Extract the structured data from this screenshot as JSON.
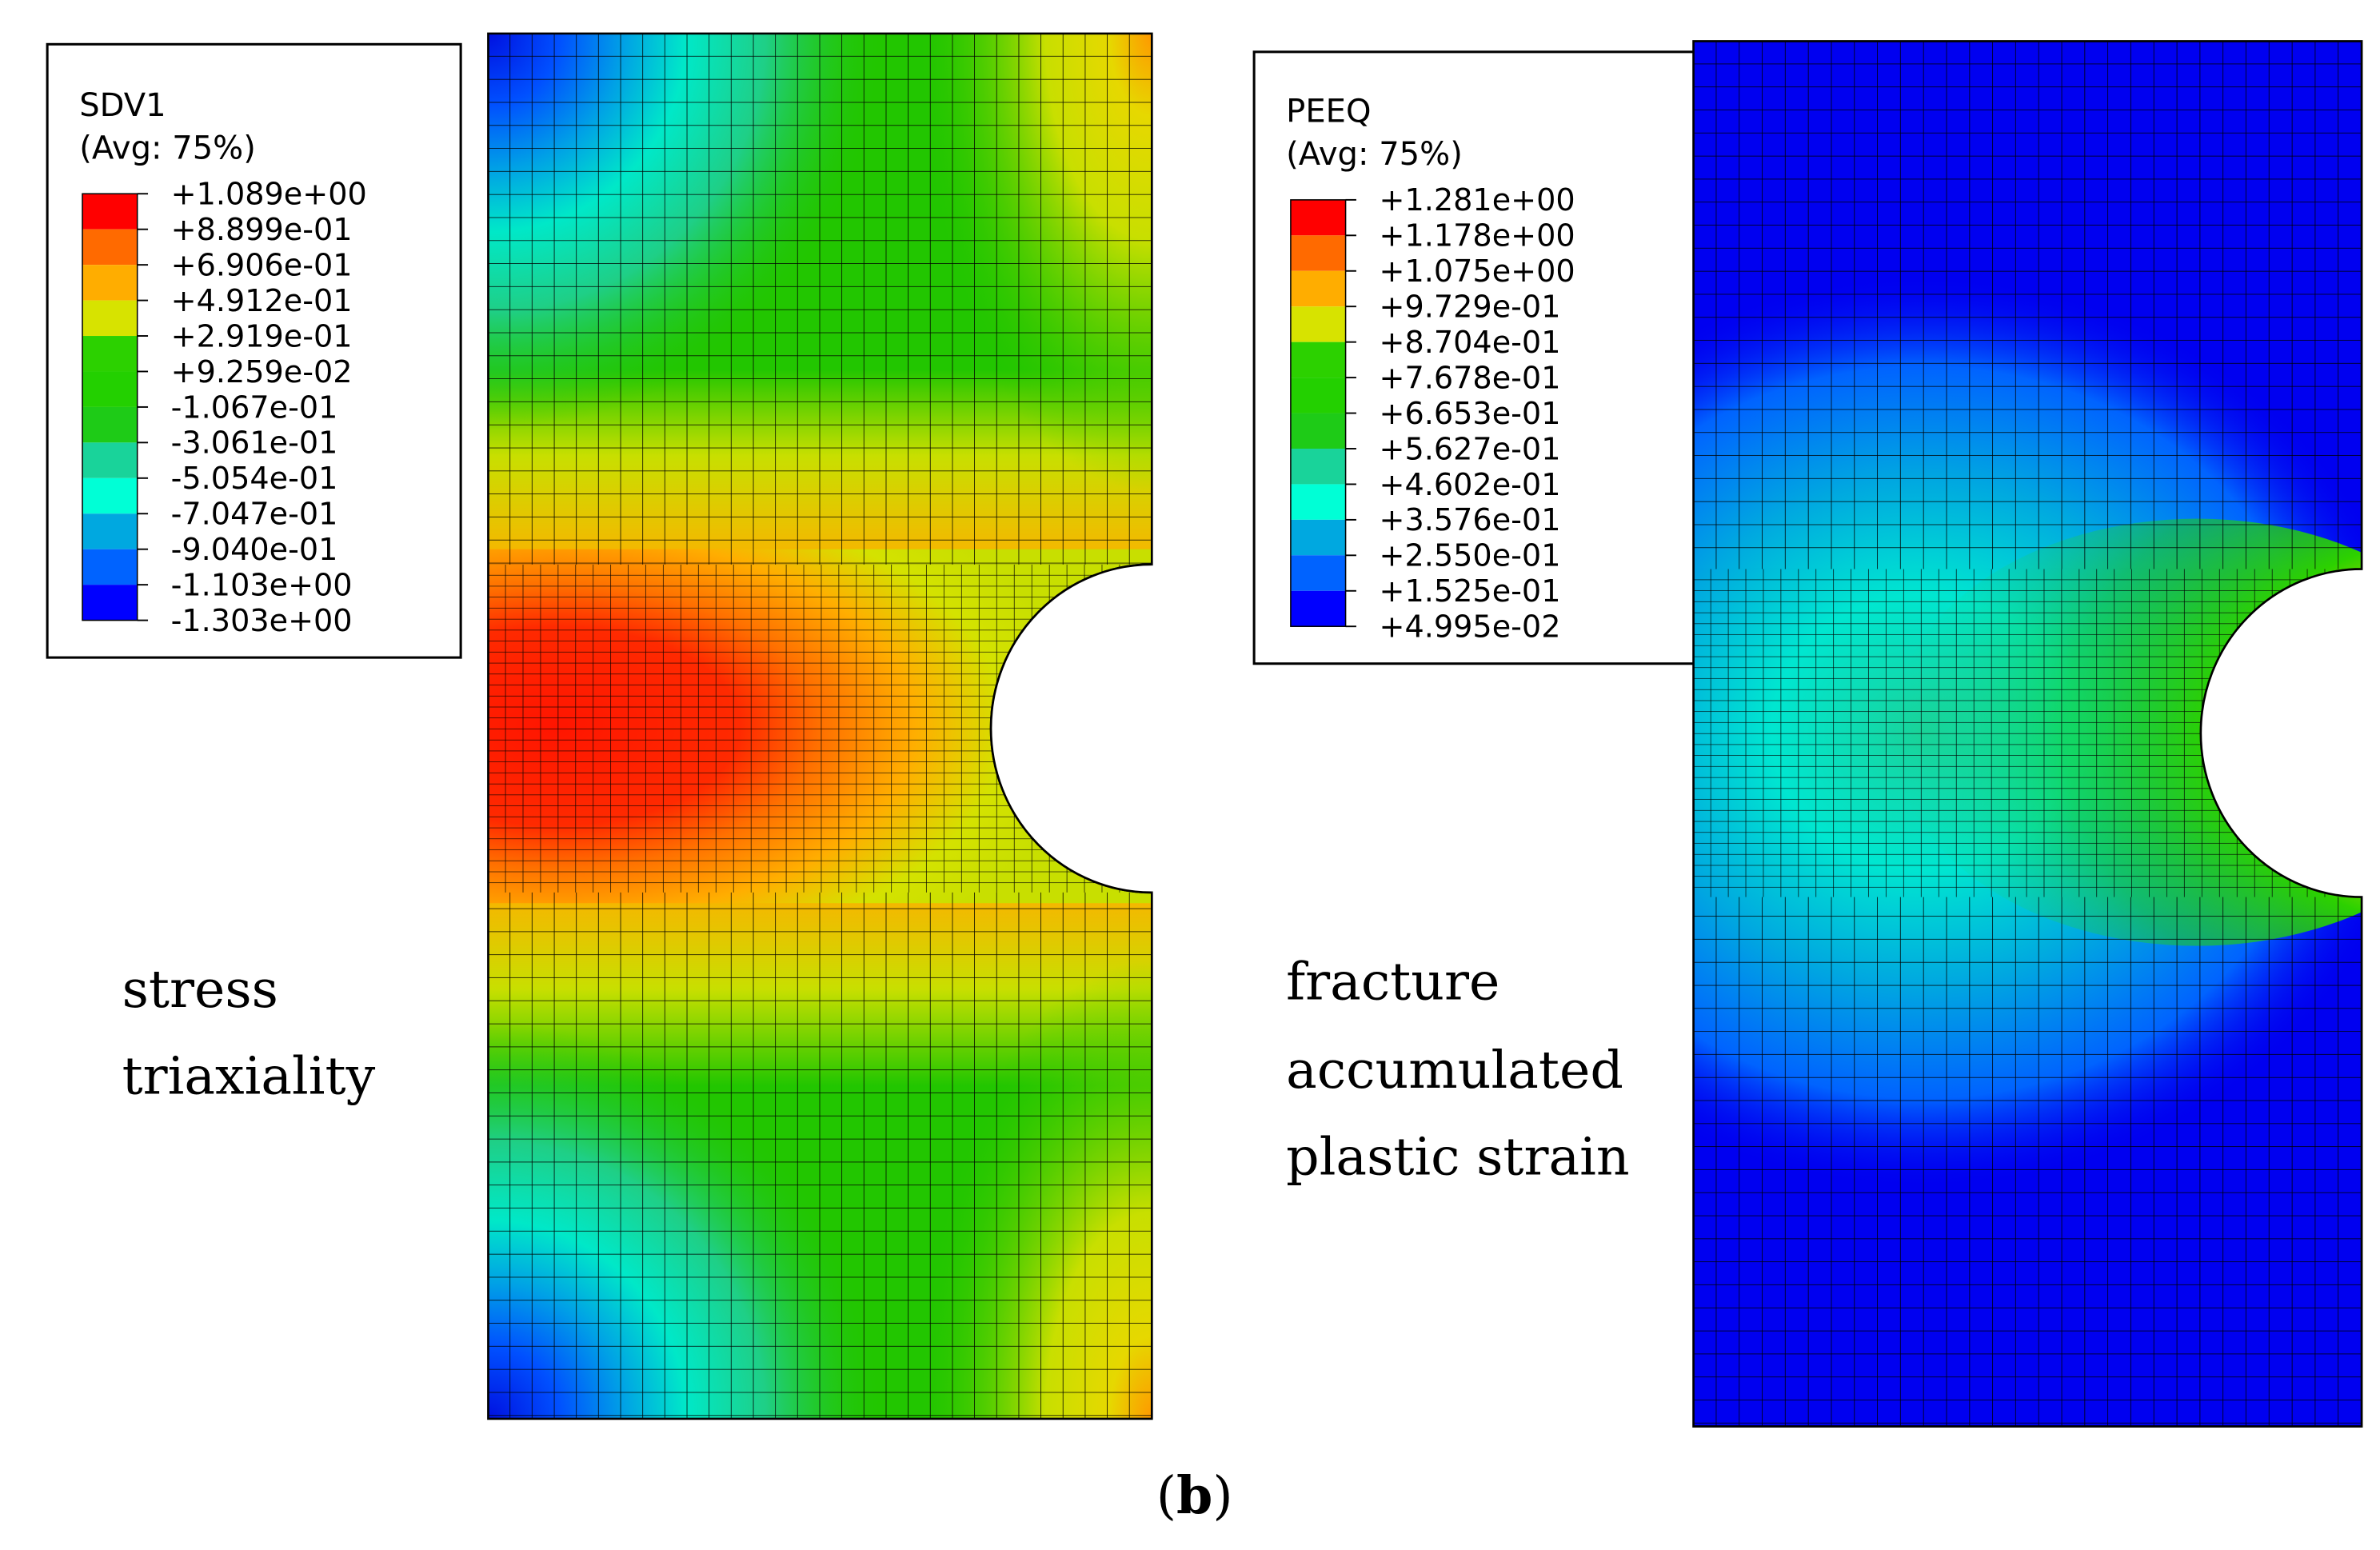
{
  "left_panel": {
    "legend": {
      "variable": "SDV1",
      "averaging": "(Avg: 75%)",
      "values": [
        "+1.089e+00",
        "+8.899e-01",
        "+6.906e-01",
        "+4.912e-01",
        "+2.919e-01",
        "+9.259e-02",
        "-1.067e-01",
        "-3.061e-01",
        "-5.054e-01",
        "-7.047e-01",
        "-9.040e-01",
        "-1.103e+00",
        "-1.303e+00"
      ]
    },
    "label_lines": [
      "stress",
      "triaxiality"
    ]
  },
  "right_panel": {
    "legend": {
      "variable": "PEEQ",
      "averaging": "(Avg: 75%)",
      "values": [
        "+1.281e+00",
        "+1.178e+00",
        "+1.075e+00",
        "+9.729e-01",
        "+8.704e-01",
        "+7.678e-01",
        "+6.653e-01",
        "+5.627e-01",
        "+4.602e-01",
        "+3.576e-01",
        "+2.550e-01",
        "+1.525e-01",
        "+4.995e-02"
      ]
    },
    "label_lines": [
      "fracture",
      "accumulated",
      "plastic strain"
    ]
  },
  "colormap": [
    "#ff0000",
    "#ff6a00",
    "#ffad00",
    "#d7e300",
    "#2cd100",
    "#23d000",
    "#1ecb17",
    "#19d39a",
    "#00ffd6",
    "#00a8e0",
    "#0063ff",
    "#0000ff"
  ],
  "caption": {
    "open": "(",
    "letter": "b",
    "close": ")"
  }
}
